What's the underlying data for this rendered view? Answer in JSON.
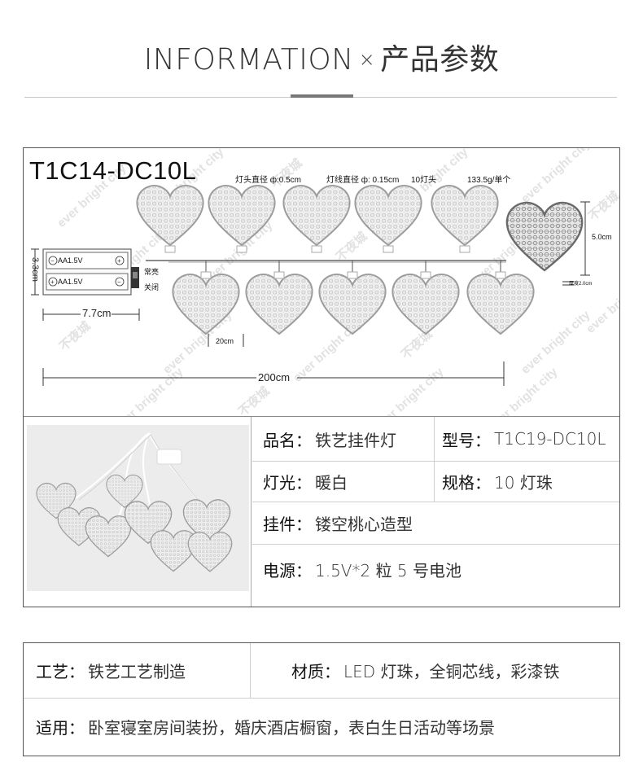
{
  "header": {
    "title_en": "INFORMATION",
    "separator": "×",
    "title_cn": "产品参数"
  },
  "diagram": {
    "model": "T1C14-DC10L",
    "head_diameter": "灯头直径 ф:0.5cm",
    "wire_diameter": "灯线直径 ф: 0.15cm",
    "bulb_count": "10灯头",
    "weight": "133.5g/单个",
    "height_label": "5.0cm",
    "thickness_label": "厚度2.0cm",
    "battery_label_1": "AA1.5V",
    "battery_label_2": "AA1.5V",
    "switch_on": "常亮",
    "switch_off": "关闭",
    "box_height": "3.3cm",
    "box_width": "7.7cm",
    "spacing": "20cm",
    "total_length": "200cm",
    "watermark_1": "ever bright city",
    "watermark_2": "不夜城"
  },
  "specs": {
    "name_key": "品名：",
    "name_val": "铁艺挂件灯",
    "model_key": "型号：",
    "model_val": "T1C19-DC10L",
    "light_key": "灯光：",
    "light_val": "暖白",
    "spec_key": "规格：",
    "spec_val": "10 灯珠",
    "pendant_key": "挂件：",
    "pendant_val": "镂空桃心造型",
    "power_key": "电源：",
    "power_val": "1.5V*2 粒 5 号电池"
  },
  "craft": {
    "craft_key": "工艺：",
    "craft_val": "铁艺工艺制造",
    "material_key": "材质：",
    "material_val": "LED 灯珠，全铜芯线，彩漆铁",
    "use_key": "适用：",
    "use_val": "卧室寝室房间装扮，婚庆酒店橱窗，表白生日活动等场景"
  }
}
